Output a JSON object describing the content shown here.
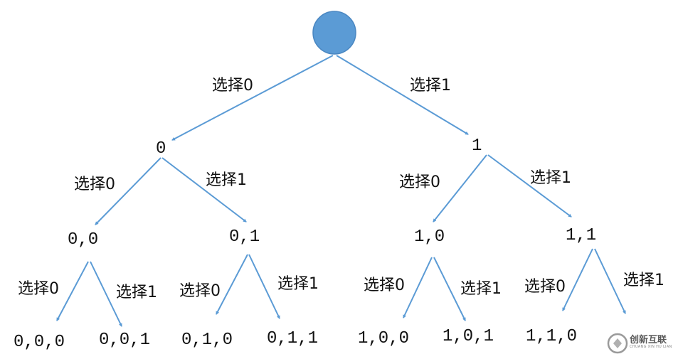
{
  "colors": {
    "edge": "#5b9bd5",
    "root_fill": "#5b9bd5",
    "root_stroke": "#4a87c2",
    "text": "#111111"
  },
  "tree": {
    "choice0": "选择0",
    "choice1": "选择1",
    "n0": "0",
    "n1": "1",
    "n00": "0,0",
    "n01": "0,1",
    "n10": "1,0",
    "n11": "1,1",
    "n000": "0,0,0",
    "n001": "0,0,1",
    "n010": "0,1,0",
    "n011": "0,1,1",
    "n100": "1,0,0",
    "n101": "1,0,1",
    "n110": "1,1,0"
  },
  "watermark": {
    "text": "创新互联",
    "sub": "CHUANG XIN HU LIAN",
    "icon": "logo-icon"
  }
}
